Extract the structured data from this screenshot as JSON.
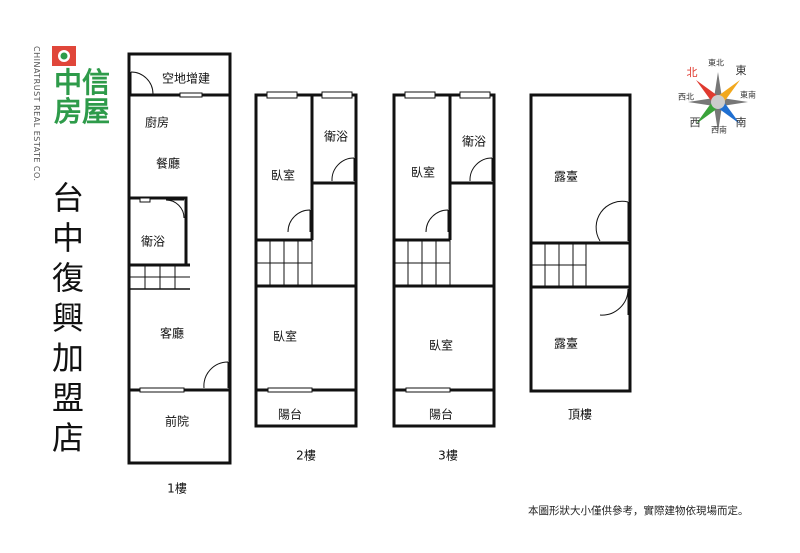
{
  "logo": {
    "name": "中信房屋",
    "english": "CHINATRUST REAL ESTATE CO.",
    "brand_color": "#2e9b4a",
    "mark_color": "#e0463a"
  },
  "title_chars": [
    "台",
    "中",
    "復",
    "興",
    "加",
    "盟",
    "店"
  ],
  "floors": {
    "f1": {
      "label": "1樓",
      "rooms": {
        "extension": "空地增建",
        "kitchen": "廚房",
        "dining": "餐廳",
        "bath": "衛浴",
        "living": "客廳",
        "front_yard": "前院"
      }
    },
    "f2": {
      "label": "2樓",
      "rooms": {
        "bedroom_top": "臥室",
        "bath": "衛浴",
        "bedroom_bottom": "臥室",
        "balcony": "陽台"
      }
    },
    "f3": {
      "label": "3樓",
      "rooms": {
        "bedroom_top": "臥室",
        "bath": "衛浴",
        "bedroom_bottom": "臥室",
        "balcony": "陽台"
      }
    },
    "roof": {
      "label": "頂樓",
      "rooms": {
        "terrace_top": "露臺",
        "terrace_bottom": "露臺"
      }
    }
  },
  "compass": {
    "n": "北",
    "ne": "東北",
    "e": "東",
    "se": "東南",
    "s": "南",
    "sw": "西南",
    "w": "西",
    "nw": "西北",
    "north_color": "#e03a2f"
  },
  "disclaimer": "本圖形狀大小僅供參考，實際建物依現場而定。"
}
